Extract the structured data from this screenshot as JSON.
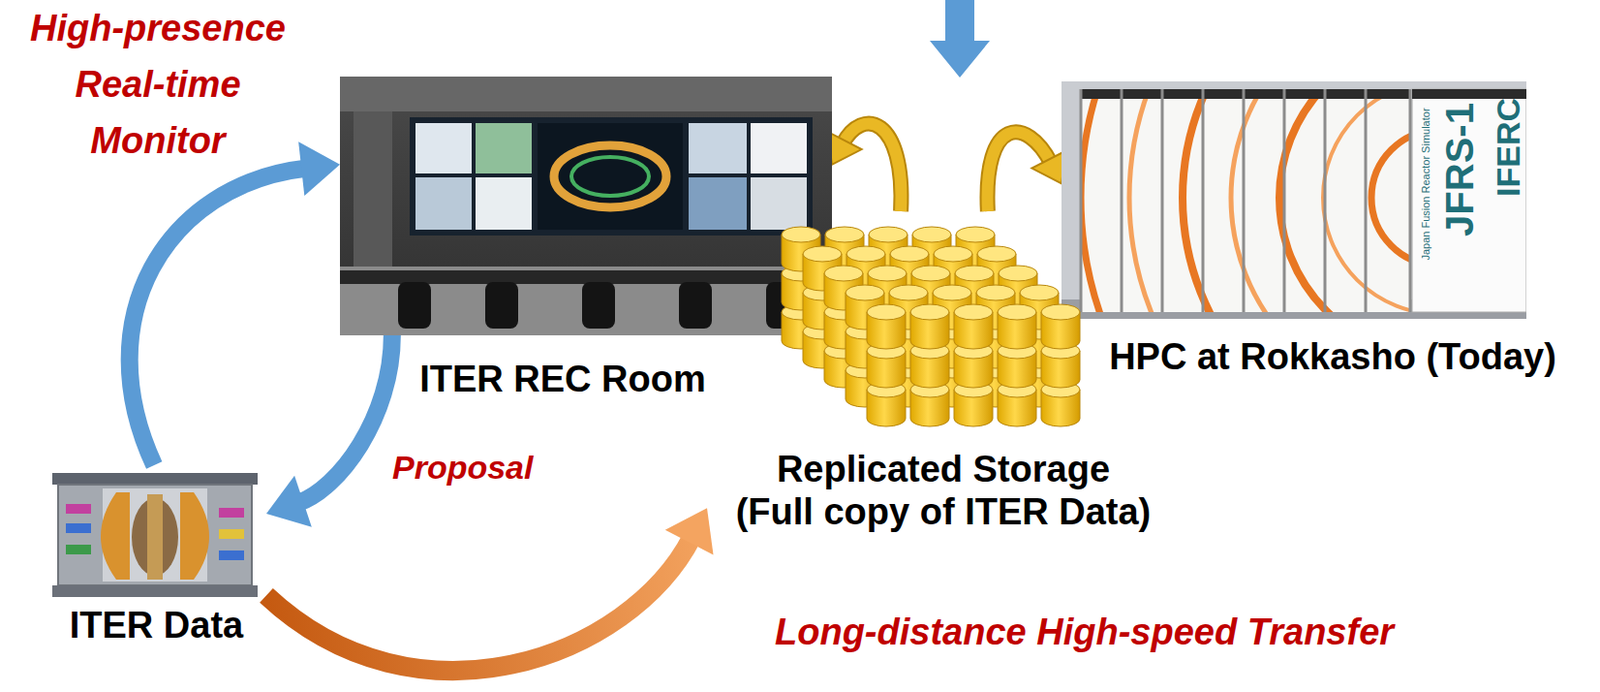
{
  "diagram": {
    "nodes": [
      {
        "text": [
          "ITER REC Room"
        ]
      },
      {
        "text": [
          "HPC at Rokkasho (Today)"
        ]
      },
      {
        "text": [
          "Replicated Storage (Full copy of ITER Data)"
        ]
      },
      {
        "text": [
          "ITER Data"
        ]
      }
    ],
    "edges": [
      {
        "from": 3,
        "to": 0,
        "arrow": "to",
        "label": "High-presence Real-time Monitor"
      },
      {
        "from": 0,
        "to": 3,
        "arrow": "to",
        "label": "Proposal"
      },
      {
        "from": 2,
        "to": 0,
        "arrow": "to"
      },
      {
        "from": 2,
        "to": 1,
        "arrow": "to"
      },
      {
        "from": 3,
        "to": 2,
        "arrow": "to",
        "label": "Long-distance High-speed Transfer"
      }
    ],
    "labels": [
      "JFRS-1",
      "IFERC",
      "Japan Fusion Reactor Simulator"
    ]
  }
}
